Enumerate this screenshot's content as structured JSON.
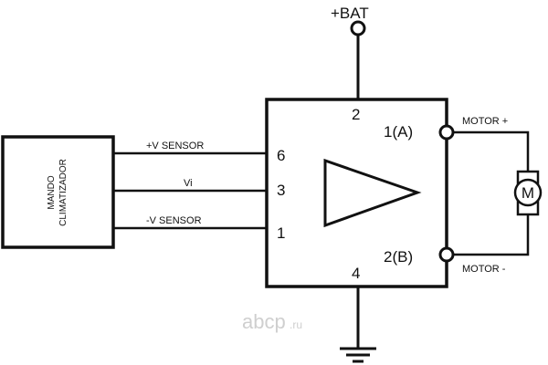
{
  "supply": {
    "label": "+BAT"
  },
  "ground": {
    "name": "ground"
  },
  "controller": {
    "label_line1": "MANDO",
    "label_line2": "CLIMATIZADOR"
  },
  "wires": {
    "v_sensor_pos": "+V SENSOR",
    "vi": "Vi",
    "v_sensor_neg": "-V SENSOR"
  },
  "module": {
    "pin_top": "2",
    "pin_6": "6",
    "pin_3": "3",
    "pin_1": "1",
    "pin_out_a": "1(A)",
    "pin_out_b": "2(B)",
    "pin_bottom": "4"
  },
  "motor": {
    "symbol": "M",
    "label_pos": "MOTOR +",
    "label_neg": "MOTOR -"
  },
  "watermark": {
    "brand": "abcp",
    "tld": ".ru"
  }
}
